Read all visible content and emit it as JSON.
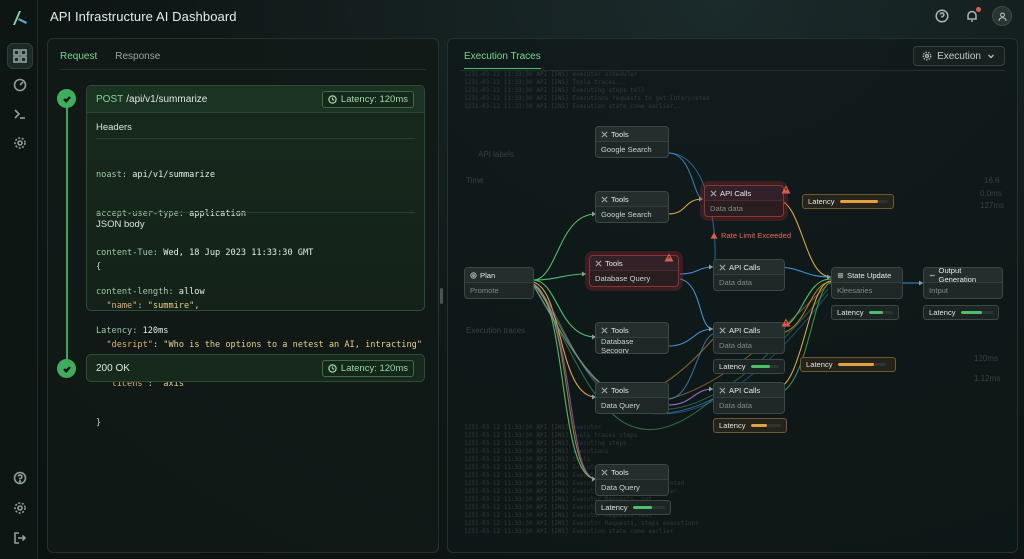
{
  "app": {
    "title": "API Infrastructure AI Dashboard"
  },
  "left": {
    "tabs": [
      {
        "label": "Request",
        "active": true
      },
      {
        "label": "Response",
        "active": false
      }
    ],
    "request": {
      "method": "POST",
      "path": "/api/v1/summarize",
      "latency": "Latency: 120ms",
      "headers_title": "Headers",
      "headers": [
        {
          "key": "noast:",
          "value": " api/v1/summarize"
        },
        {
          "key": "accept-user-type:",
          "value": " application"
        },
        {
          "key": "content-Tue:",
          "value": " Wed, 18 Jup 2023 11:33:30 GMT"
        },
        {
          "key": "content-length:",
          "value": " allow"
        },
        {
          "key": "Latency:",
          "value": " 120ms"
        }
      ],
      "json_title": "JSON body",
      "json_open": "{",
      "json": [
        {
          "key": "\"name\"",
          "value": "\"summire\","
        },
        {
          "key": "\"desript\"",
          "value": "\"Who is the options to a netest an AI, intracting\""
        },
        {
          "key": "\"licens\"",
          "value": "\"axis\""
        }
      ],
      "json_close": "}"
    },
    "response": {
      "status": "200 OK",
      "latency": "Latency: 120ms"
    }
  },
  "right": {
    "title": "Execution Traces",
    "dropdown": "Execution",
    "nodes": {
      "plan": {
        "title": "Plan",
        "sub": "Promote"
      },
      "tools1": {
        "title": "Tools",
        "sub": "Google Search"
      },
      "tools2": {
        "title": "Tools",
        "sub": "Google Search"
      },
      "tools3": {
        "title": "Tools",
        "sub": "Database Query"
      },
      "tools4": {
        "title": "Tools",
        "sub": "Database Secoory"
      },
      "tools5": {
        "title": "Tools",
        "sub": "Data Query"
      },
      "tools6": {
        "title": "Tools",
        "sub": "Data Query"
      },
      "api1": {
        "title": "API Calls",
        "sub": "Data data"
      },
      "api2": {
        "title": "API Calls",
        "sub": "Data data"
      },
      "api3": {
        "title": "API Calls",
        "sub": "Data data"
      },
      "api4": {
        "title": "API Calls",
        "sub": "Data data"
      },
      "state": {
        "title": "State Update",
        "sub": "Kleesaries"
      },
      "output": {
        "title": "Output Generation",
        "sub": "Intput"
      }
    },
    "rate_limit": "Rate Limit Exceeded",
    "latency_pills": [
      {
        "label": "Latency",
        "fill": 0.8,
        "color": "#e2a33c"
      },
      {
        "label": "Latency",
        "fill": 0.6,
        "color": "#4dbf6b"
      },
      {
        "label": "Latency",
        "fill": 0.65,
        "color": "#4dbf6b"
      },
      {
        "label": "Latency",
        "fill": 0.7,
        "color": "#4dbf6b"
      },
      {
        "label": "Latency",
        "fill": 0.75,
        "color": "#e2a33c"
      },
      {
        "label": "Latency",
        "fill": 0.55,
        "color": "#e2a33c"
      },
      {
        "label": "Latency",
        "fill": 0.6,
        "color": "#4dbf6b"
      }
    ],
    "ghost": {
      "api_labels": "API labels",
      "time": "Time",
      "execution_traces": "Execution traces",
      "vals": [
        "16.6",
        "0.0ms",
        "127ms",
        "120ms",
        "1.12ms"
      ]
    }
  },
  "colors": {
    "accent": "#4dbf6b",
    "warn": "#e2a33c",
    "error": "#e35b4d",
    "blue": "#3d8fd6",
    "purple": "#a06ad0"
  }
}
